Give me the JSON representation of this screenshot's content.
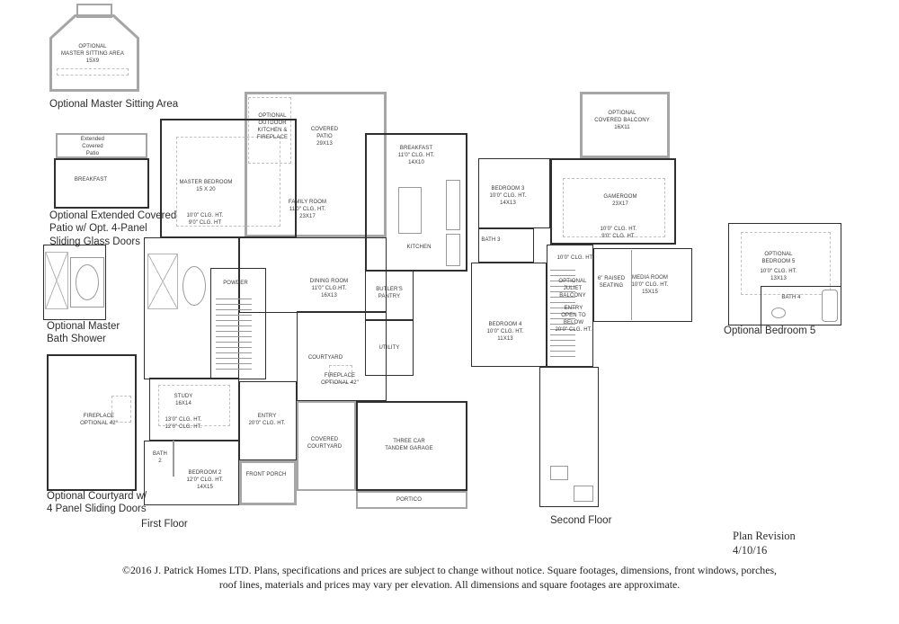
{
  "colors": {
    "wall": "#2f2f2f",
    "porch_wall": "#a6a6a6",
    "background": "#ffffff",
    "text": "#3a3a3a"
  },
  "insets": {
    "master_sitting": {
      "room_label": "OPTIONAL\nMASTER SITTING AREA\n15X9",
      "caption": "Optional Master Sitting Area"
    },
    "extended_patio": {
      "patio_label": "Extended\nCovered\nPatio",
      "breakfast_label": "BREAKFAST",
      "caption": "Optional Extended Covered\nPatio w/ Opt. 4-Panel\nSliding Glass Doors"
    },
    "master_bath": {
      "caption": "Optional Master\nBath Shower"
    },
    "courtyard": {
      "fireplace_label": "FIREPLACE\nOPTIONAL 42\"",
      "caption": "Optional Courtyard w/\n4 Panel Sliding Doors"
    },
    "bedroom5": {
      "room_label": "OPTIONAL\nBEDROOM 5",
      "detail_label": "10'0\" CLG. HT.\n13X13",
      "bath_label": "BATH 4",
      "caption": "Optional Bedroom 5"
    }
  },
  "first_floor": {
    "caption": "First Floor",
    "labels": {
      "outdoor_kitchen": "OPTIONAL\nOUTDOOR\nKITCHEN &\nFIREPLACE",
      "covered_patio": "COVERED\nPATIO\n29X13",
      "master_bedroom": "MASTER BEDROOM\n15 X 20",
      "master_bedroom_clg": "10'0\" CLG. HT.\n9'0\" CLG. HT",
      "breakfast": "BREAKFAST\n11'0\" CLG. HT.\n14X10",
      "kitchen": "KITCHEN",
      "family_room": "FAMILY ROOM\n11'0\" CLG. HT.\n23X17",
      "powder": "POWDER",
      "dining_room": "DINING ROOM\n11'0\" CLG.HT.\n16X13",
      "butlers_pantry": "BUTLER'S\nPANTRY",
      "utility": "UTILITY",
      "courtyard": "COURTYARD",
      "fireplace": "FIREPLACE\nOPTIONAL 42\"",
      "study": "STUDY\n16X14",
      "study_clg": "13'0\" CLG. HT.\n12'0\" CLG. HT.",
      "entry": "ENTRY\n20'0\" CLG. HT.",
      "bath2": "BATH\n2",
      "bedroom2": "BEDROOM 2\n12'0\" CLG. HT.\n14X15",
      "front_porch": "FRONT PORCH",
      "covered_courtyard": "COVERED\nCOURTYARD",
      "garage": "THREE CAR\nTANDEM GARAGE",
      "portico": "PORTICO"
    }
  },
  "second_floor": {
    "caption": "Second Floor",
    "labels": {
      "covered_balcony": "OPTIONAL\nCOVERED BALCONY\n16X11",
      "bedroom3": "BEDROOM 3\n10'0\" CLG. HT.\n14X13",
      "gameroom": "GAMEROOM\n23X17",
      "gameroom_clg": "10'0\" CLG. HT.\n9'0\" CLG. HT.",
      "bath3": "BATH 3",
      "hall_clg": "10'0\" CLG. HT.",
      "juliet_balcony": "OPTIONAL\nJULIET\nBALCONY",
      "raised_seating": "6\" RAISED\nSEATING",
      "media_room": "MEDIA ROOM\n10'0\" CLG. HT.\n15X15",
      "entry_open": "ENTRY\nOPEN TO\nBELOW\n20'0\" CLG. HT.",
      "bedroom4": "BEDROOM 4\n10'0\" CLG. HT.\n11X13"
    }
  },
  "footer": {
    "plan_revision": "Plan Revision\n4/10/16",
    "copyright_line1": "©2016 J. Patrick Homes LTD.  Plans, specifications and prices are subject to change without notice.  Square footages, dimensions, front windows, porches,",
    "copyright_line2": "roof lines, materials and prices may vary per elevation.   All dimensions and square footages are approximate."
  }
}
